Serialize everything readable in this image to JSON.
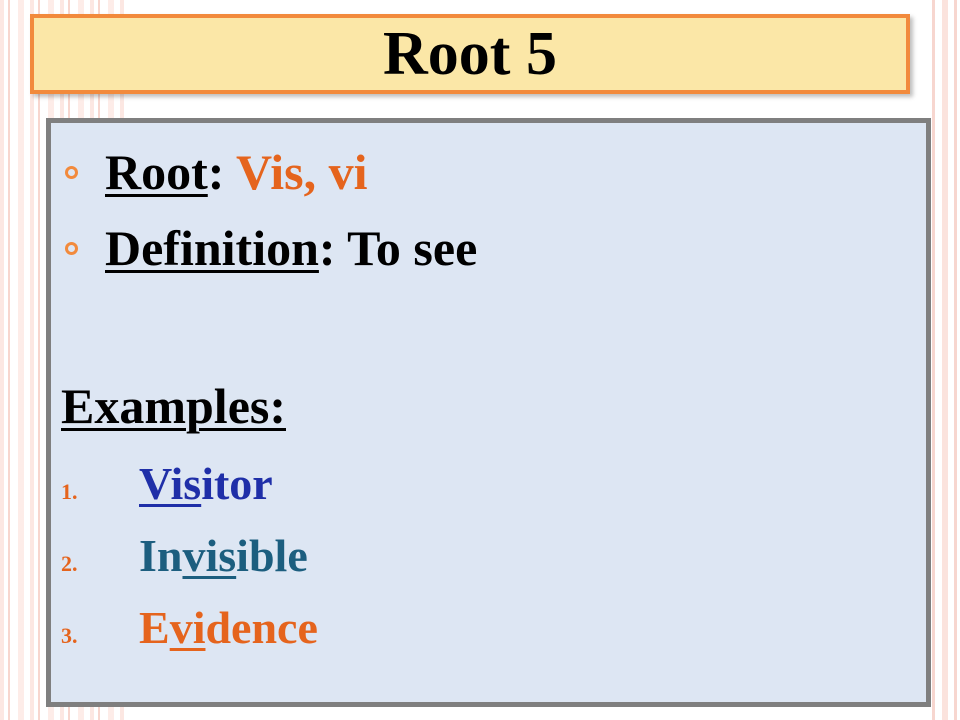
{
  "title": "Root 5",
  "bullets": {
    "root_label": "Root",
    "root_sep": ":",
    "root_value": " Vis, vi",
    "definition_label": "Definition",
    "definition_value": ": To see"
  },
  "examples_heading": "Examples:",
  "examples": [
    {
      "number": "1.",
      "pre": "",
      "root": "Vis",
      "post": "itor",
      "color": "#1f2fa8"
    },
    {
      "number": "2.",
      "pre": "In",
      "root": "vis",
      "post": "ible",
      "color": "#1c5e7f"
    },
    {
      "number": "3.",
      "pre": "E",
      "root": "vi",
      "post": "dence",
      "color": "#e5641d"
    }
  ],
  "colors": {
    "title_bg": "#fbe7a7",
    "title_border": "#f28a3c",
    "content_bg": "#dde6f3",
    "accent": "#e5641d"
  }
}
